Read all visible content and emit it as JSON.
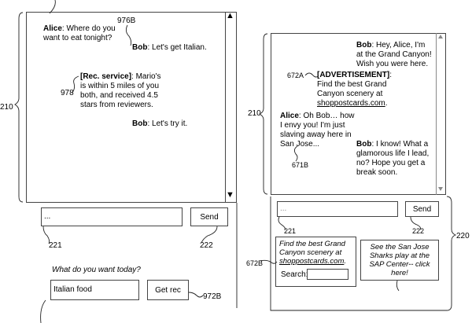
{
  "left": {
    "msg1_name": "Alice",
    "msg1_text": ": Where do you want to eat tonight?",
    "msg2_name": "Bob",
    "msg2_text": ": Let's get Italian.",
    "msg3_name": "[Rec. service]",
    "msg3_text": ": Mario's is within 5 miles of you both, and received 4.5 stars from reviewers.",
    "msg4_name": "Bob",
    "msg4_text": ": Let's try it.",
    "input_value": "...",
    "send_label": "Send",
    "prompt": "What do you want today?",
    "rec_input_value": "Italian food",
    "get_rec_label": "Get rec",
    "scroll_up": "▲",
    "scroll_down": "▼",
    "ref_976B": "976B",
    "ref_978": "978",
    "ref_210": "210",
    "ref_221": "221",
    "ref_222": "222",
    "ref_972B": "972B"
  },
  "right": {
    "msg1_name": "Bob",
    "msg1_text": ": Hey, Alice, I'm at the Grand Canyon! Wish you were here.",
    "ad_label": "[ADVERTISEMENT]",
    "ad_text_a": "Find the best Grand Canyon scenery at ",
    "ad_link": "shoppostcards.com",
    "ad_text_b": ".",
    "msg2_name": "Alice",
    "msg2_text": ": Oh Bob… how I envy you! I'm just slaving away here in San Jose...",
    "msg3_name": "Bob",
    "msg3_text": ": I know! What a glamorous life I lead, no? Hope you get a break soon.",
    "input_value": "...",
    "send_label": "Send",
    "ad_box1_a": "Find the best Grand Canyon scenery at ",
    "ad_box1_link": "shoppostcards.com",
    "ad_box1_b": ".",
    "search_label": "Search:",
    "ad_box2": "See the San Jose Sharks play at the SAP Center-- click here!",
    "ref_672A": "672A",
    "ref_210": "210",
    "ref_671B": "671B",
    "ref_221": "221",
    "ref_222": "222",
    "ref_220": "220",
    "ref_672B": "672B"
  }
}
